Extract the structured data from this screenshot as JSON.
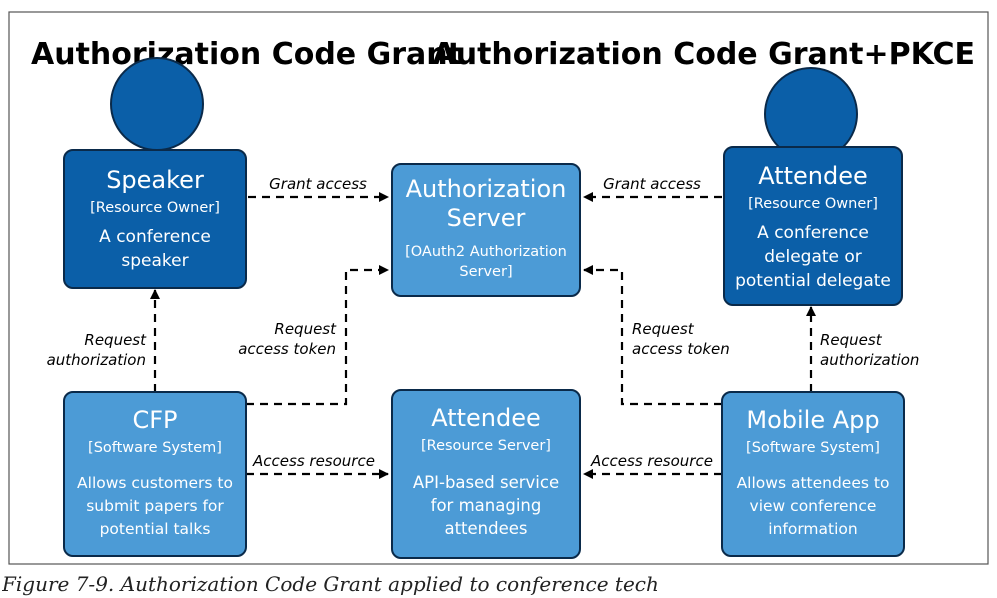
{
  "colors": {
    "dark_box": "#0b5fa8",
    "light_box": "#4c9bd6",
    "border": "#0a2a4a",
    "text_on_box": "#ffffff",
    "heading_text": "#000000",
    "caption_text": "#222222"
  },
  "titles": {
    "left": "Authorization Code Grant",
    "right": "Authorization Code Grant+PKCE"
  },
  "nodes": {
    "speaker": {
      "name": "Speaker",
      "type": "[Resource Owner]",
      "desc": [
        "A conference",
        "speaker"
      ]
    },
    "auth_server": {
      "name": [
        "Authorization",
        "Server"
      ],
      "type": [
        "[OAuth2 Authorization",
        "Server]"
      ]
    },
    "attendee_person": {
      "name": "Attendee",
      "type": "[Resource Owner]",
      "desc": [
        "A conference",
        "delegate or",
        "potential delegate"
      ]
    },
    "cfp": {
      "name": "CFP",
      "type": "[Software System]",
      "desc": [
        "Allows customers to",
        "submit papers for",
        "potential talks"
      ]
    },
    "attendee_server": {
      "name": "Attendee",
      "type": "[Resource Server]",
      "desc": [
        "API-based service",
        "for managing",
        "attendees"
      ]
    },
    "mobile_app": {
      "name": "Mobile App",
      "type": "[Software System]",
      "desc": [
        "Allows attendees to",
        "view conference",
        "information"
      ]
    }
  },
  "edges": {
    "grant_access_left": "Grant access",
    "grant_access_right": "Grant access",
    "request_authorization_left": [
      "Request",
      "authorization"
    ],
    "request_authorization_right": [
      "Request",
      "authorization"
    ],
    "request_token_left": [
      "Request",
      "access token"
    ],
    "request_token_right": [
      "Request",
      "access token"
    ],
    "access_resource_left": "Access resource",
    "access_resource_right": "Access resource"
  },
  "caption": "Figure 7-9. Authorization Code Grant applied to conference tech"
}
